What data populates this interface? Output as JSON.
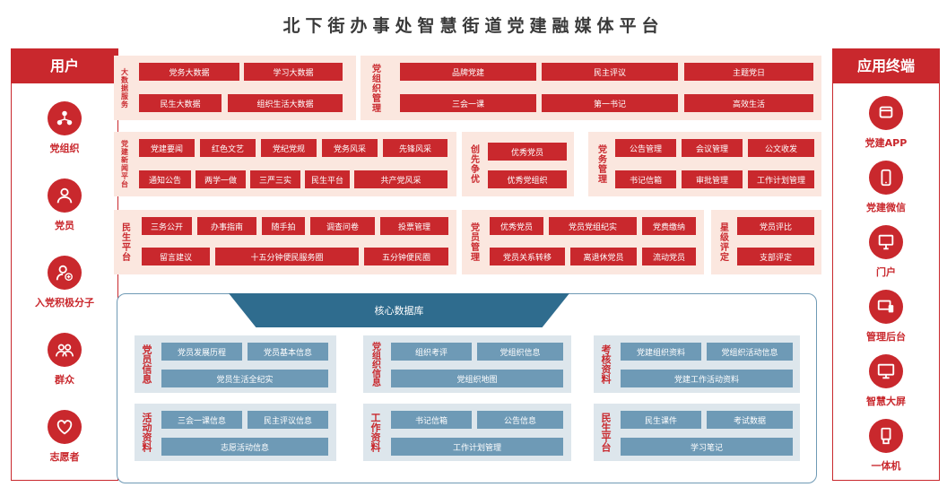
{
  "title": "北下街办事处智慧街道党建融媒体平台",
  "left_panel": {
    "header": "用户",
    "items": [
      {
        "label": "党组织",
        "icon": "organization-icon"
      },
      {
        "label": "党员",
        "icon": "person-icon"
      },
      {
        "label": "入党积极分子",
        "icon": "person-plus-icon"
      },
      {
        "label": "群众",
        "icon": "group-icon"
      },
      {
        "label": "志愿者",
        "icon": "heart-icon"
      }
    ]
  },
  "right_panel": {
    "header": "应用终端",
    "items": [
      {
        "label": "党建APP",
        "icon": "app-icon"
      },
      {
        "label": "党建微信",
        "icon": "phone-icon"
      },
      {
        "label": "门户",
        "icon": "monitor-icon"
      },
      {
        "label": "管理后台",
        "icon": "admin-icon"
      },
      {
        "label": "智慧大屏",
        "icon": "screen-icon"
      },
      {
        "label": "一体机",
        "icon": "kiosk-icon"
      }
    ]
  },
  "sections": {
    "big_data": {
      "label": "大数据服务",
      "items": [
        "党务大数据",
        "学习大数据",
        "民生大数据",
        "组织生活大数据"
      ]
    },
    "party_building": {
      "label": "党组织管理",
      "items": [
        "品牌党建",
        "民主评议",
        "主题党日",
        "三会一课",
        "第一书记",
        "高效生活"
      ]
    },
    "news": {
      "label": "党建新闻平台",
      "items": [
        "党建要闻",
        "红色文艺",
        "党纪党规",
        "党务风采",
        "先锋风采",
        "通知公告",
        "两学一做",
        "三严三实",
        "民生平台",
        "共产党风采"
      ]
    },
    "innovation": {
      "label": "创先争优",
      "items": [
        "优秀党员",
        "优秀党组织"
      ]
    },
    "affairs": {
      "label": "党务管理",
      "items": [
        "公告管理",
        "会议管理",
        "公文收发",
        "书记信箱",
        "审批管理",
        "工作计划管理"
      ]
    },
    "livelihood": {
      "label": "民生平台",
      "items": [
        "三务公开",
        "办事指南",
        "随手拍",
        "调查问卷",
        "投票管理",
        "留言建议",
        "十五分钟便民服务圈",
        "五分钟便民圈"
      ]
    },
    "member_mgmt": {
      "label": "党员管理",
      "items": [
        "优秀党员",
        "党员党组纪实",
        "党费缴纳",
        "党员关系转移",
        "离退休党员",
        "流动党员"
      ]
    },
    "evaluation": {
      "label": "星级评定",
      "items": [
        "党员评比",
        "支部评定"
      ]
    }
  },
  "core": {
    "banner": "核心数据库",
    "groups": {
      "member_info": {
        "label": "党员信息",
        "items": [
          "党员发展历程",
          "党员基本信息",
          "党员生活全纪实"
        ]
      },
      "org_info": {
        "label": "党组织信息",
        "items": [
          "组织考评",
          "党组织信息",
          "党组织地图"
        ]
      },
      "assessment": {
        "label": "考核资料",
        "items": [
          "党建组织资料",
          "党组织活动信息",
          "党建工作活动资料"
        ]
      },
      "activity": {
        "label": "活动资料",
        "items": [
          "三会一课信息",
          "民主评议信息",
          "志愿活动信息"
        ]
      },
      "work": {
        "label": "工作资料",
        "items": [
          "书记信箱",
          "公告信息",
          "工作计划管理"
        ]
      },
      "livelihood_data": {
        "label": "民生平台",
        "items": [
          "民生课件",
          "考试数据",
          "学习笔记"
        ]
      }
    }
  }
}
